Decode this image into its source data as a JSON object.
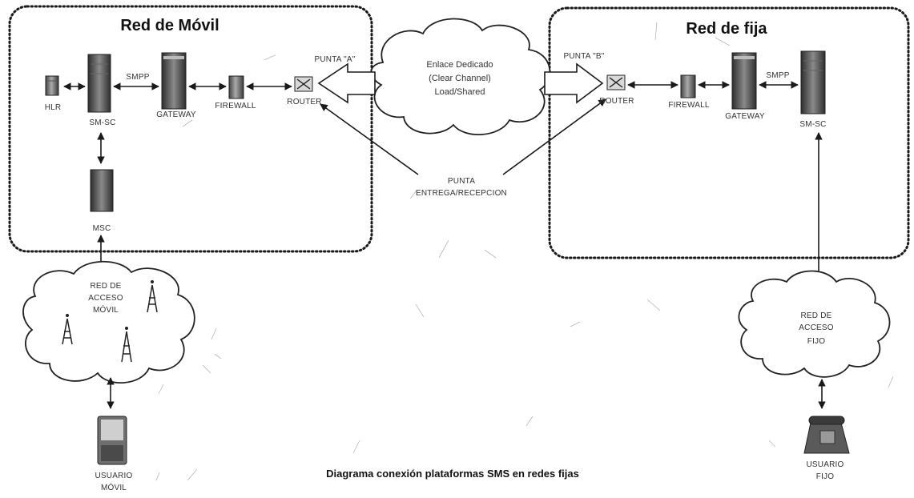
{
  "colors": {
    "border": "#1a1a1a",
    "server_dark": "#3a3a3a",
    "server_light": "#9a9a9a",
    "cloud_stroke": "#222222",
    "arrow": "#1a1a1a",
    "background": "#ffffff"
  },
  "mobile_network": {
    "title": "Red de Móvil",
    "hlr": "HLR",
    "smsc": "SM-SC",
    "smpp": "SMPP",
    "gateway": "GATEWAY",
    "firewall": "FIREWALL",
    "router": "ROUTER",
    "msc": "MSC"
  },
  "fixed_network": {
    "title": "Red de fija",
    "router": "ROUTER",
    "firewall": "FIREWALL",
    "gateway": "GATEWAY",
    "smpp": "SMPP",
    "smsc": "SM-SC"
  },
  "link": {
    "punta_a": "PUNTA \"A\"",
    "punta_b": "PUNTA \"B\"",
    "line1": "Enlace Dedicado",
    "line2": "(Clear Channel)",
    "line3": "Load/Shared",
    "delivery_line1": "PUNTA",
    "delivery_line2": "ENTREGA/RECEPCION"
  },
  "mobile_access": {
    "line1": "RED DE",
    "line2": "ACCESO",
    "line3": "MÓVIL",
    "user_line1": "USUARIO",
    "user_line2": "MÓVIL"
  },
  "fixed_access": {
    "line1": "RED DE",
    "line2": "ACCESO",
    "line3": "FIJO",
    "user_line1": "USUARIO",
    "user_line2": "FIJO"
  },
  "caption": "Diagrama conexión plataformas SMS en redes fijas"
}
